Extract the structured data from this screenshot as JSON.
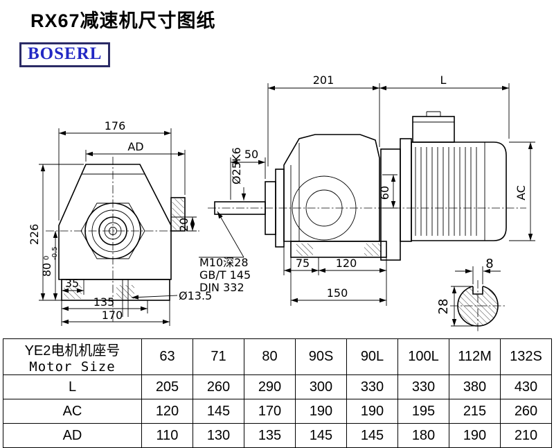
{
  "page": {
    "title": "RX67减速机尺寸图纸",
    "brand": "BOSERL",
    "brand_color": "#2228c4",
    "brand_border_color": "#2b2b66",
    "line_color": "#000000"
  },
  "front_view": {
    "dim_176": "176",
    "dim_AD": "AD",
    "dim_226": "226",
    "dim_80": "80",
    "dim_80_tol_upper": "0",
    "dim_80_tol_lower": "-0.5",
    "dim_35": "35",
    "dim_135": "135",
    "dim_170": "170",
    "dim_20": "20",
    "dim_hole": "Ø13.5"
  },
  "side_view": {
    "dim_201": "201",
    "dim_L": "L",
    "dim_50": "50",
    "dim_shaft": "Ø25K6",
    "dim_60": "60",
    "dim_AC": "AC",
    "note_thread": "M10深28",
    "note_gb": "GB/T 145",
    "note_din": "DIN 332",
    "dim_75": "75",
    "dim_120": "120",
    "dim_150": "150"
  },
  "section_view": {
    "dim_8": "8",
    "dim_28": "28"
  },
  "table": {
    "header_cn": "YE2电机机座号",
    "header_en": "Motor Size",
    "columns": [
      "63",
      "71",
      "80",
      "90S",
      "90L",
      "100L",
      "112M",
      "132S"
    ],
    "rows": [
      {
        "label": "L",
        "values": [
          "205",
          "260",
          "290",
          "300",
          "330",
          "330",
          "380",
          "430"
        ]
      },
      {
        "label": "AC",
        "values": [
          "120",
          "145",
          "170",
          "190",
          "190",
          "195",
          "215",
          "260"
        ]
      },
      {
        "label": "AD",
        "values": [
          "110",
          "130",
          "135",
          "145",
          "145",
          "180",
          "190",
          "210"
        ]
      }
    ]
  }
}
